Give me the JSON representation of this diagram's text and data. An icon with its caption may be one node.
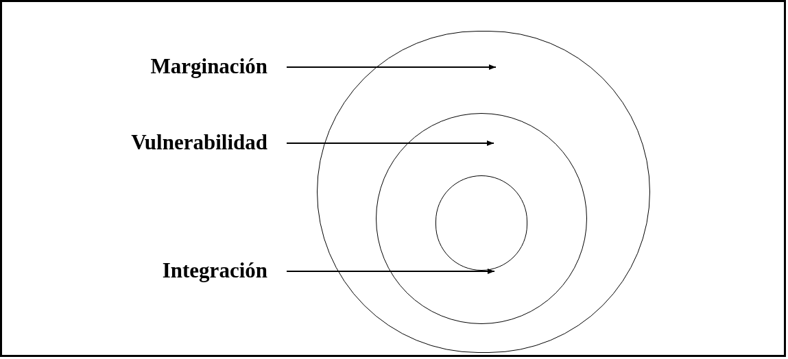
{
  "diagram": {
    "nodes": [
      {
        "text": [
          "Marginación"
        ]
      },
      {
        "text": [],
        "shape": "circle"
      },
      {
        "text": [
          "Vulnerabilidad"
        ]
      },
      {
        "text": [],
        "shape": "circle",
        "in": 1
      },
      {
        "text": [],
        "shape": "circle",
        "in": 3
      },
      {
        "text": [
          "Integración"
        ]
      }
    ],
    "edges": [
      {
        "from": 0,
        "to": 1,
        "arrow": "to"
      },
      {
        "from": 2,
        "to": 3,
        "arrow": "to"
      },
      {
        "from": 5,
        "to": 4,
        "arrow": "to"
      }
    ]
  }
}
